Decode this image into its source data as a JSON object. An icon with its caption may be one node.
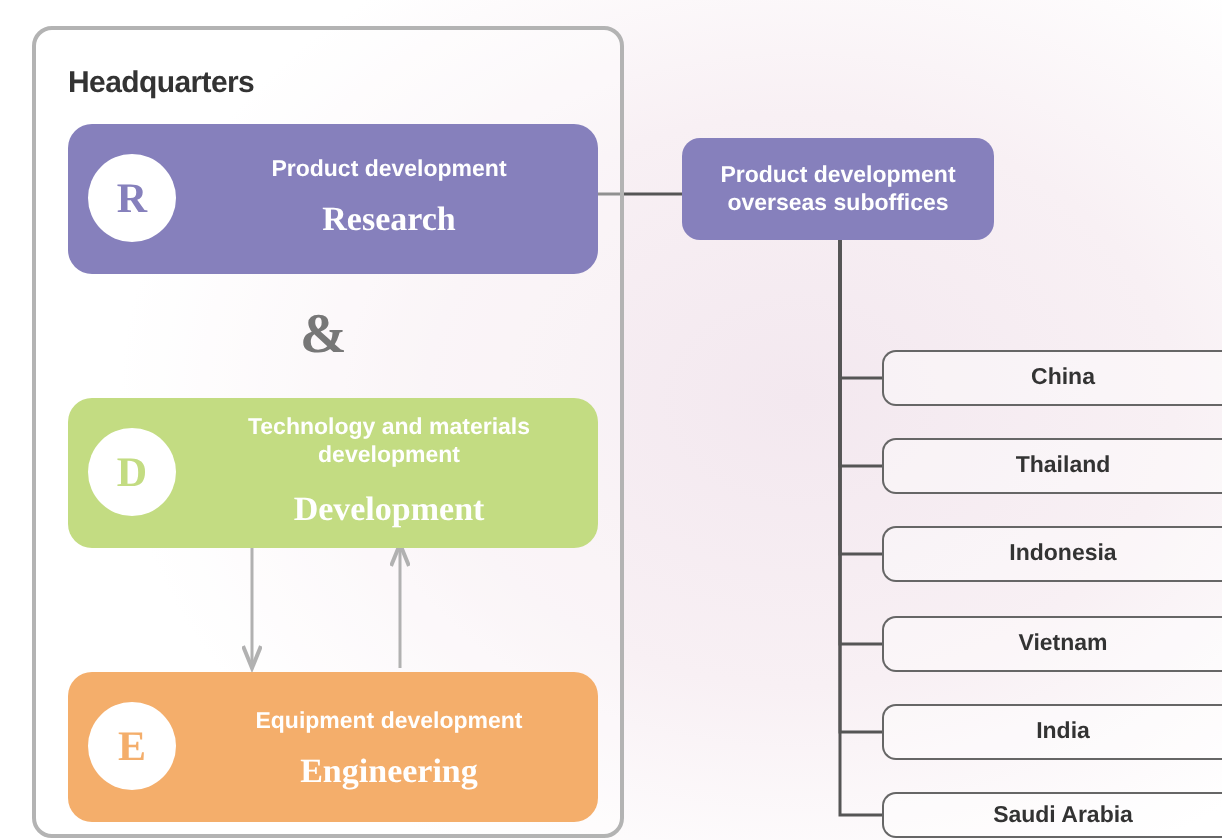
{
  "diagram": {
    "nodes": [
      {
        "text": [
          "Headquarters"
        ]
      },
      {
        "text": [
          "Product development",
          "Research"
        ],
        "in": 0
      },
      {
        "text": [
          "R"
        ],
        "in": 1
      },
      {
        "text": [
          "Technology and materials development",
          "Development"
        ],
        "in": 0
      },
      {
        "text": [
          "D"
        ],
        "in": 3
      },
      {
        "text": [
          "Equipment development",
          "Engineering"
        ],
        "in": 0
      },
      {
        "text": [
          "E"
        ],
        "in": 5
      },
      {
        "text": [
          "Product development overseas suboffices"
        ]
      },
      {
        "text": [
          "China"
        ]
      },
      {
        "text": [
          "Thailand"
        ]
      },
      {
        "text": [
          "Indonesia"
        ]
      },
      {
        "text": [
          "Vietnam"
        ]
      },
      {
        "text": [
          "India"
        ]
      },
      {
        "text": [
          "Saudi Arabia"
        ]
      }
    ],
    "edges": [
      {
        "from": 1,
        "to": 7,
        "arrow": "none"
      },
      {
        "from": 3,
        "to": 5,
        "arrow": "to",
        "color": "#888888"
      },
      {
        "from": 5,
        "to": 3,
        "arrow": "to",
        "color": "#888888"
      },
      {
        "from": 7,
        "to": 8,
        "arrow": "none"
      },
      {
        "from": 7,
        "to": 9,
        "arrow": "none"
      },
      {
        "from": 7,
        "to": 10,
        "arrow": "none"
      },
      {
        "from": 7,
        "to": 11,
        "arrow": "none"
      },
      {
        "from": 7,
        "to": 12,
        "arrow": "none"
      },
      {
        "from": 7,
        "to": 13,
        "arrow": "none"
      }
    ],
    "labels": [
      "&"
    ]
  }
}
